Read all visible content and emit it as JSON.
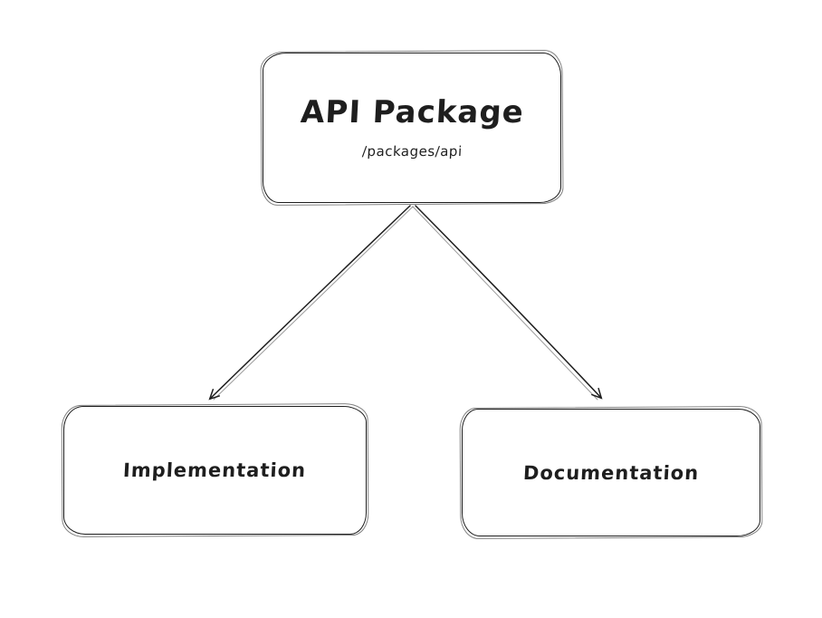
{
  "diagram": {
    "background_color": "#ffffff",
    "stroke_color": "#1e1e1e",
    "nodes": {
      "api_package": {
        "title": "API Package",
        "subtitle": "/packages/api"
      },
      "implementation": {
        "label": "Implementation"
      },
      "documentation": {
        "label": "Documentation"
      }
    },
    "edges": [
      {
        "from": "api_package",
        "to": "implementation",
        "style": "arrow"
      },
      {
        "from": "api_package",
        "to": "documentation",
        "style": "arrow"
      }
    ]
  }
}
